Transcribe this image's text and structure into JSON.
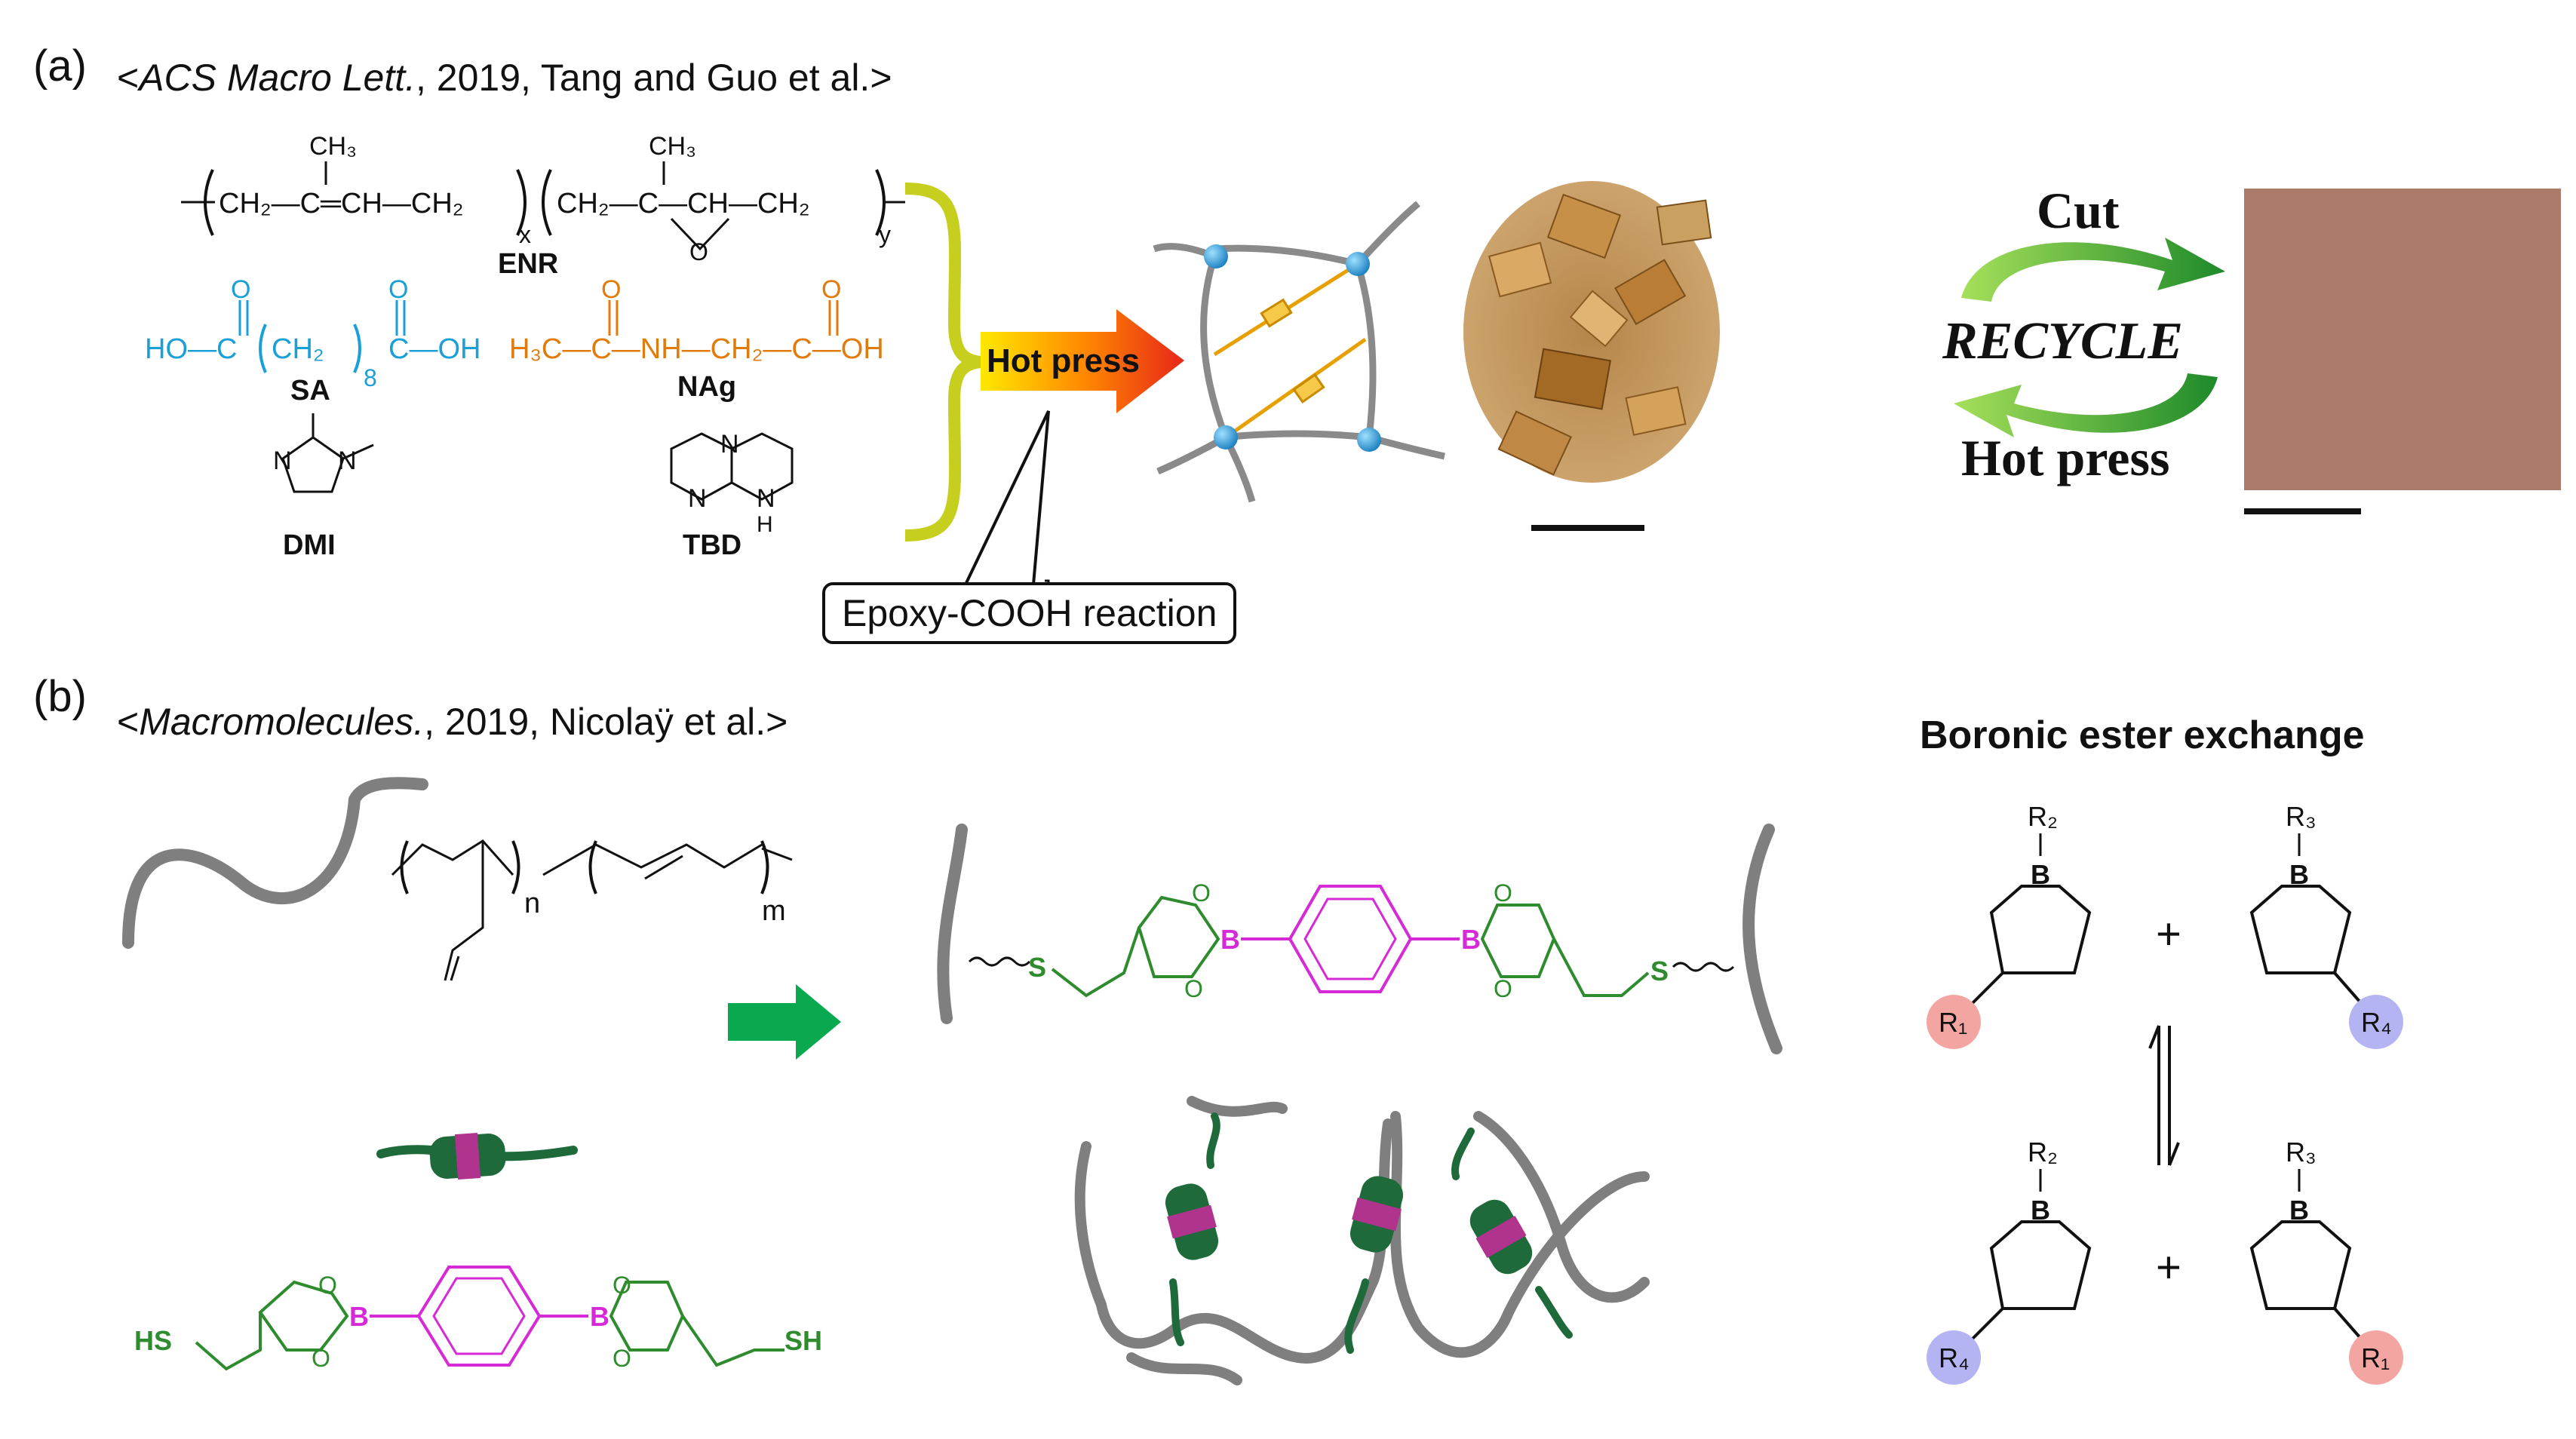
{
  "panel_a": {
    "label": "(a)",
    "reference": {
      "journal": "ACS Macro Lett.",
      "rest": ", 2019, Tang and Guo et al.>",
      "open": "<"
    },
    "enr": {
      "ch3_left": "CH₃",
      "ch3_right": "CH₃",
      "backbone_left": "CH₂—C═CH—CH₂",
      "backbone_right": "CH₂—C—CH—CH₂",
      "x": "x",
      "y": "y",
      "o": "O",
      "name": "ENR"
    },
    "sa": {
      "formula_left": "HO—C",
      "formula_mid": "CH₂",
      "formula_right": "C—OH",
      "sub": "8",
      "o1": "O",
      "o2": "O",
      "name": "SA"
    },
    "nag": {
      "formula": "H₃C—C—NH—CH₂—C—OH",
      "o1": "O",
      "o2": "O",
      "name": "NAg"
    },
    "dmi": {
      "n1": "N",
      "n2": "N",
      "name": "DMI"
    },
    "tbd": {
      "n1": "N",
      "n2": "N",
      "n3": "N",
      "h": "H",
      "name": "TBD"
    },
    "hot_press_arrow": "Hot press",
    "callout": "Epoxy-COOH reaction",
    "cycle": {
      "top": "Cut",
      "middle": "RECYCLE",
      "bottom": "Hot press"
    }
  },
  "panel_b": {
    "label": "(b)",
    "reference": {
      "journal": "Macromolecules.",
      "rest": ", 2019, Nicolaÿ et al.>",
      "open": "<"
    },
    "polymer": {
      "n": "n",
      "m": "m"
    },
    "crosslinker": {
      "hs": "HS",
      "sh": "SH",
      "b1": "B",
      "b2": "B",
      "o": "O"
    },
    "product": {
      "s1": "S",
      "s2": "S",
      "b1": "B",
      "b2": "B",
      "o": "O"
    },
    "exchange": {
      "title": "Boronic ester exchange",
      "top_left": {
        "top": "R₂",
        "bottom": "R₁",
        "bottom_color": "#f3a5a1"
      },
      "top_right": {
        "top": "R₃",
        "bottom": "R₄",
        "bottom_color": "#b4b4f2"
      },
      "bottom_left": {
        "top": "R₂",
        "bottom": "R₄",
        "bottom_color": "#b4b4f2"
      },
      "bottom_right": {
        "top": "R₃",
        "bottom": "R₁",
        "bottom_color": "#f3a5a1"
      },
      "boron": "B",
      "plus": "+"
    }
  },
  "colors": {
    "cyan": "#1a9fd6",
    "orange": "#e07b0c",
    "green": "#2e8b2e",
    "magenta": "#d62ad6",
    "olive": "#c7cf1e",
    "gray": "#808080"
  }
}
